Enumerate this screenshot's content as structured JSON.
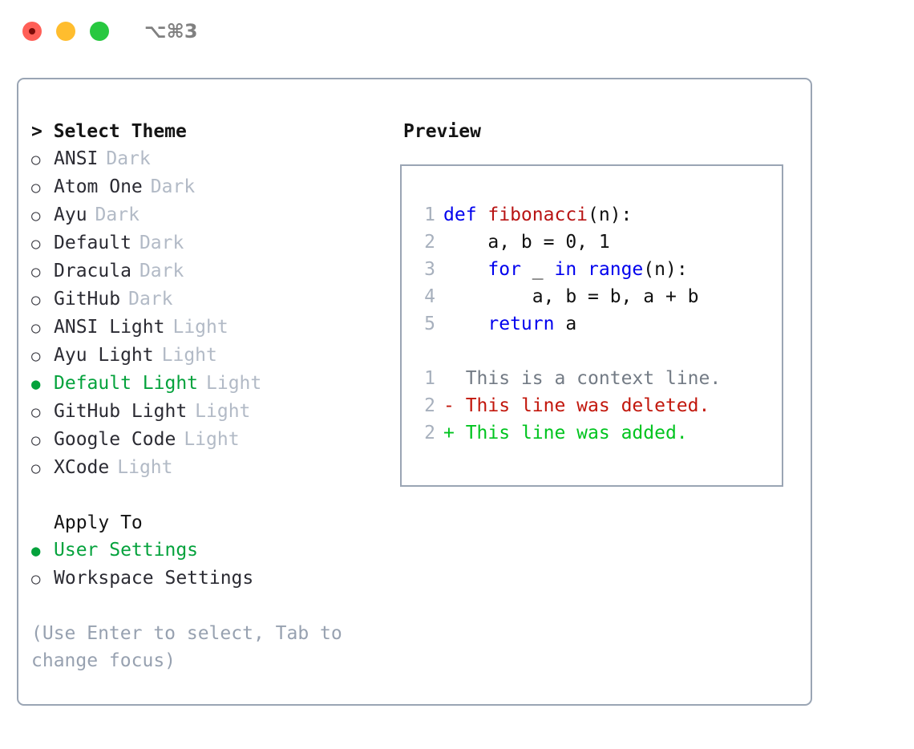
{
  "titlebar": {
    "shortcut": "⌥⌘3",
    "buttons": [
      {
        "name": "close",
        "color": "#ff5f57"
      },
      {
        "name": "minimize",
        "color": "#ffbd2e"
      },
      {
        "name": "maximize",
        "color": "#28c840"
      }
    ]
  },
  "theme_panel": {
    "heading": "> Select Theme",
    "items": [
      {
        "marker": "○",
        "label": "ANSI",
        "category": "Dark",
        "selected": false
      },
      {
        "marker": "○",
        "label": "Atom One",
        "category": "Dark",
        "selected": false
      },
      {
        "marker": "○",
        "label": "Ayu",
        "category": "Dark",
        "selected": false
      },
      {
        "marker": "○",
        "label": "Default",
        "category": "Dark",
        "selected": false
      },
      {
        "marker": "○",
        "label": "Dracula",
        "category": "Dark",
        "selected": false
      },
      {
        "marker": "○",
        "label": "GitHub",
        "category": "Dark",
        "selected": false
      },
      {
        "marker": "○",
        "label": "ANSI Light",
        "category": "Light",
        "selected": false
      },
      {
        "marker": "○",
        "label": "Ayu Light",
        "category": "Light",
        "selected": false
      },
      {
        "marker": "●",
        "label": "Default Light",
        "category": "Light",
        "selected": true
      },
      {
        "marker": "○",
        "label": "GitHub Light",
        "category": "Light",
        "selected": false
      },
      {
        "marker": "○",
        "label": "Google Code",
        "category": "Light",
        "selected": false
      },
      {
        "marker": "○",
        "label": "XCode",
        "category": "Light",
        "selected": false
      }
    ],
    "apply_to": {
      "heading": "Apply To",
      "options": [
        {
          "marker": "●",
          "label": "User Settings",
          "selected": true
        },
        {
          "marker": "○",
          "label": "Workspace Settings",
          "selected": false
        }
      ]
    },
    "hint": "(Use Enter to select, Tab to change focus)"
  },
  "preview": {
    "title": "Preview",
    "code_lines": [
      {
        "number": "1",
        "segments": [
          {
            "text": "def ",
            "kind": "keyword"
          },
          {
            "text": "fibonacci",
            "kind": "function"
          },
          {
            "text": "(n):",
            "kind": "plain"
          }
        ]
      },
      {
        "number": "2",
        "segments": [
          {
            "text": "    a, b = 0, 1",
            "kind": "plain"
          }
        ]
      },
      {
        "number": "3",
        "segments": [
          {
            "text": "    ",
            "kind": "plain"
          },
          {
            "text": "for",
            "kind": "keyword"
          },
          {
            "text": " _ ",
            "kind": "plain"
          },
          {
            "text": "in",
            "kind": "keyword"
          },
          {
            "text": " ",
            "kind": "plain"
          },
          {
            "text": "range",
            "kind": "keyword"
          },
          {
            "text": "(n):",
            "kind": "plain"
          }
        ]
      },
      {
        "number": "4",
        "segments": [
          {
            "text": "        a, b = b, a + b",
            "kind": "plain"
          }
        ]
      },
      {
        "number": "5",
        "segments": [
          {
            "text": "    ",
            "kind": "plain"
          },
          {
            "text": "return",
            "kind": "keyword"
          },
          {
            "text": " a",
            "kind": "plain"
          }
        ]
      }
    ],
    "diff_lines": [
      {
        "number": "1",
        "prefix": "  ",
        "text": "This is a context line.",
        "kind": "context"
      },
      {
        "number": "2",
        "prefix": "- ",
        "text": "This line was deleted.",
        "kind": "deleted"
      },
      {
        "number": "2",
        "prefix": "+ ",
        "text": "This line was added.",
        "kind": "added"
      }
    ]
  },
  "colors": {
    "accent_green": "#04a23c",
    "muted": "#b2bac6",
    "hint": "#97a1b0",
    "border": "#9aa5b4",
    "keyword": "#0000ee",
    "function": "#b81414",
    "diff_added": "#00c41f",
    "diff_deleted": "#c2170c",
    "diff_context": "#737b85"
  }
}
